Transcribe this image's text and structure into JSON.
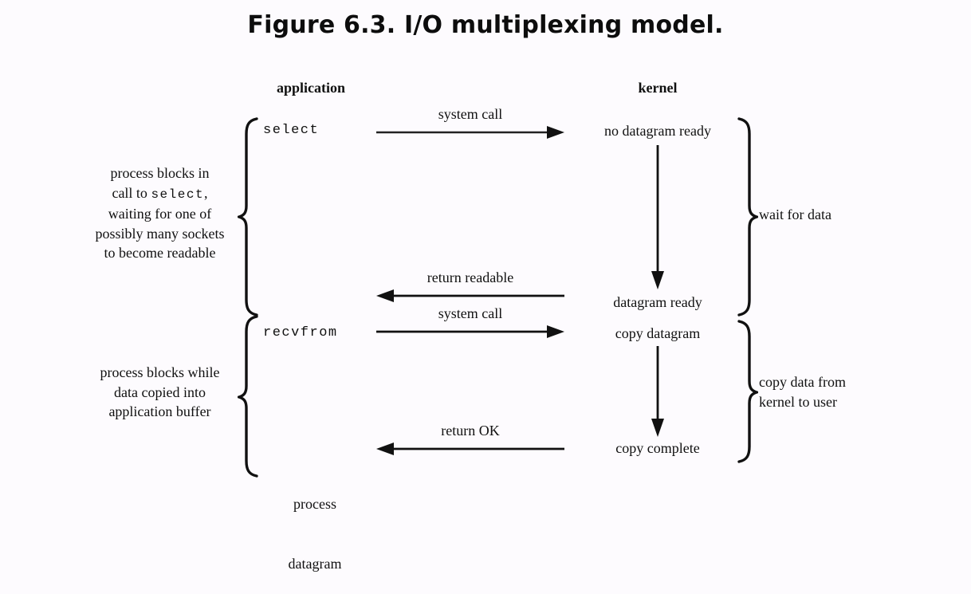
{
  "figure": {
    "title": "Figure 6.3. I/O multiplexing model."
  },
  "columns": {
    "application": "application",
    "kernel": "kernel"
  },
  "application_column": {
    "select_call": "select",
    "recvfrom_call": "recvfrom",
    "process_datagram": "process\ndatagram"
  },
  "kernel_column": {
    "no_datagram_ready": "no datagram ready",
    "datagram_ready": "datagram ready",
    "copy_datagram": "copy datagram",
    "copy_complete": "copy complete"
  },
  "arrows": {
    "system_call_1": "system call",
    "return_readable": "return readable",
    "system_call_2": "system call",
    "return_ok": "return OK"
  },
  "notes": {
    "process_blocks_select": "process blocks in\ncall to select,\nwaiting for one of\npossibly many sockets\nto become readable",
    "process_blocks_copy": "process blocks while\ndata copied into\napplication buffer",
    "wait_for_data": "wait for data",
    "copy_data_from_kernel": "copy data from\nkernel to user"
  },
  "colors": {
    "background": "#fdfbfe",
    "ink": "#101010"
  }
}
